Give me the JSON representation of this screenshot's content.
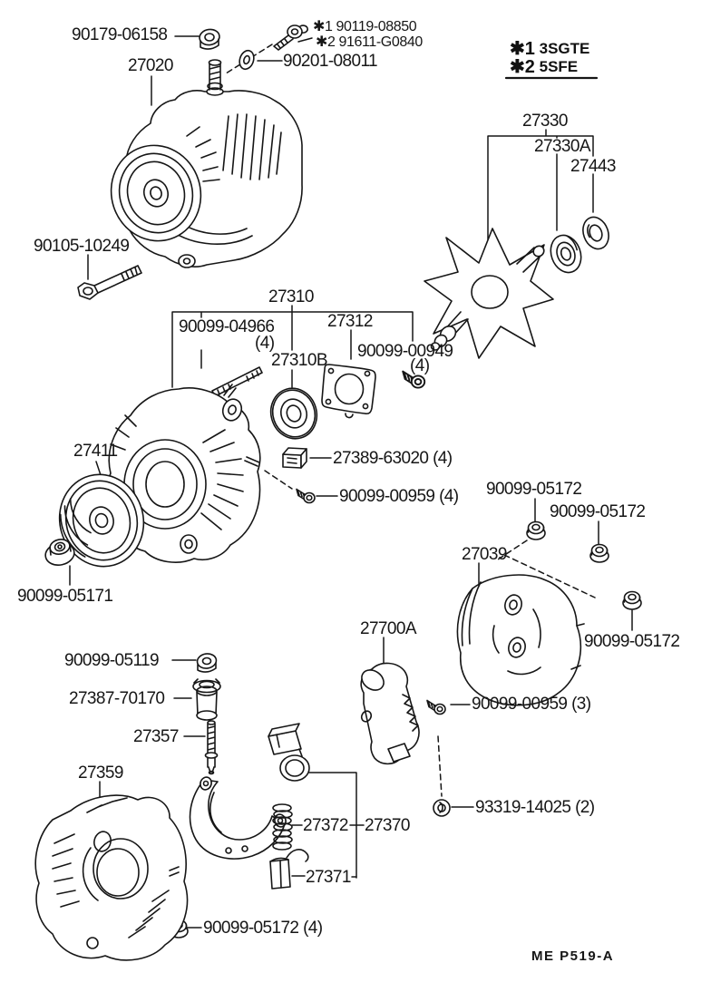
{
  "page": {
    "background": "#ffffff",
    "ink": "#161616"
  },
  "notes": {
    "line1": {
      "mark": "✱1",
      "engine": "3SGTE"
    },
    "line2": {
      "mark": "✱2",
      "engine": "5SFE"
    }
  },
  "footer": {
    "code": "ME P519-A"
  },
  "callouts": [
    {
      "text": "90179-06158"
    },
    {
      "text": "✱1 90119-08850"
    },
    {
      "text": "✱2 91611-G0840"
    },
    {
      "text": "90201-08011"
    },
    {
      "text": "27020"
    },
    {
      "text": "27330"
    },
    {
      "text": "27330A"
    },
    {
      "text": "27443"
    },
    {
      "text": "90105-10249"
    },
    {
      "text": "27310"
    },
    {
      "text": "90099-04966"
    },
    {
      "text": "(4)"
    },
    {
      "text": "27312"
    },
    {
      "text": "27310B"
    },
    {
      "text": "90099-00949"
    },
    {
      "text": "(4)"
    },
    {
      "text": "27411"
    },
    {
      "text": "27389-63020 (4)"
    },
    {
      "text": "90099-00959 (4)"
    },
    {
      "text": "90099-05172"
    },
    {
      "text": "90099-05172"
    },
    {
      "text": "27039"
    },
    {
      "text": "90099-05172"
    },
    {
      "text": "90099-05171"
    },
    {
      "text": "27700A"
    },
    {
      "text": "90099-00959 (3)"
    },
    {
      "text": "90099-05119"
    },
    {
      "text": "27387-70170"
    },
    {
      "text": "27357"
    },
    {
      "text": "27359"
    },
    {
      "text": "27372"
    },
    {
      "text": "27370"
    },
    {
      "text": "27371"
    },
    {
      "text": "93319-14025 (2)"
    },
    {
      "text": "90099-05172 (4)"
    }
  ]
}
